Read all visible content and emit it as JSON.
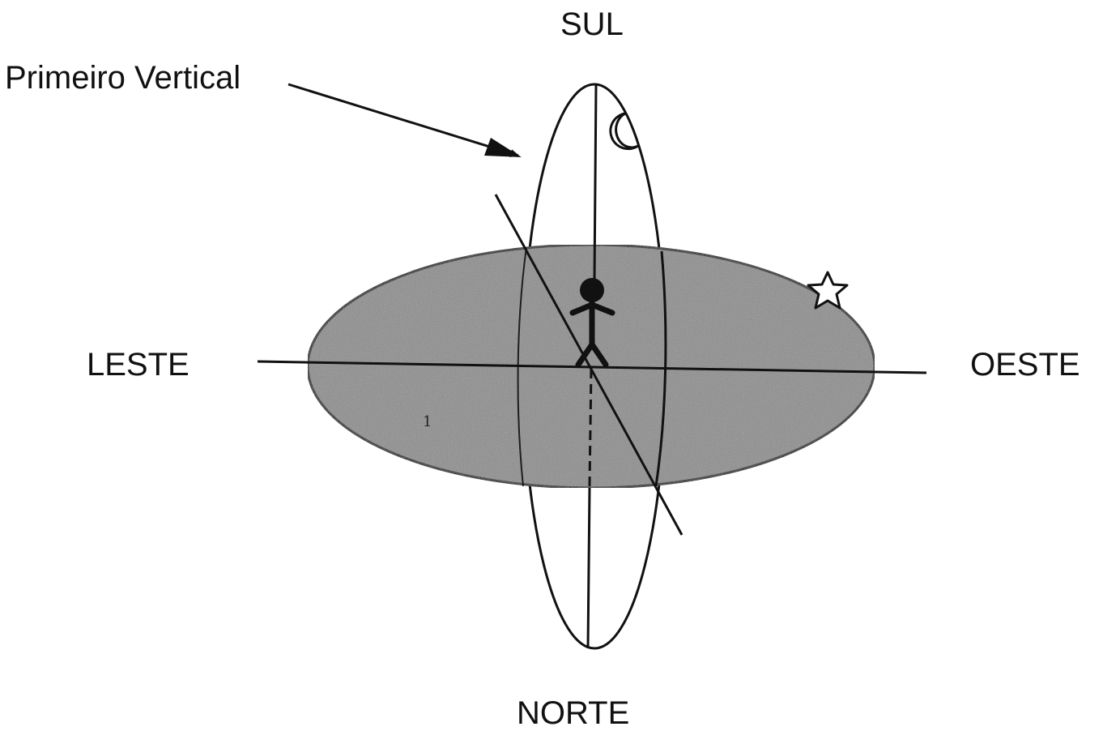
{
  "labels": {
    "south": "SUL",
    "north": "NORTE",
    "east": "LESTE",
    "west": "OESTE",
    "prime_vertical": "Primeiro Vertical",
    "small_mark": "1"
  },
  "colors": {
    "ink": "#111111",
    "horizon_fill": "#8c8c8c",
    "background": "#ffffff"
  },
  "icons": [
    "moon-icon",
    "star-icon",
    "observer-figure"
  ]
}
